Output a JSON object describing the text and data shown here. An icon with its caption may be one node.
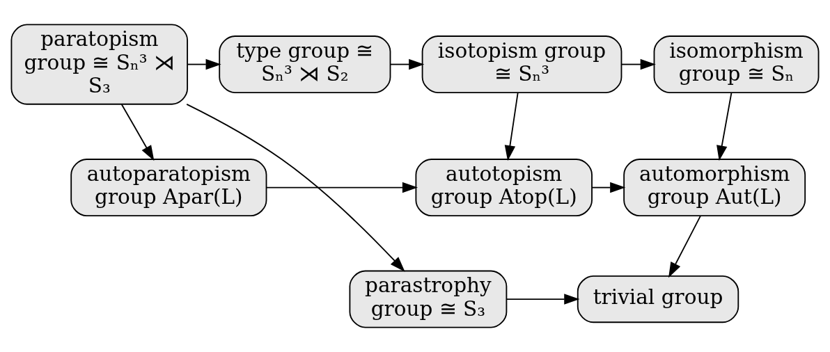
{
  "diagram": {
    "nodes": [
      {
        "text": [
          "paratopism group ≅ Sₙ³ ⋊ S₃"
        ]
      },
      {
        "text": [
          "type group ≅ Sₙ³ ⋊ S₂"
        ]
      },
      {
        "text": [
          "isotopism group ≅ Sₙ³"
        ]
      },
      {
        "text": [
          "isomorphism group ≅ Sₙ"
        ]
      },
      {
        "text": [
          "autoparatopism group Apar(L)"
        ]
      },
      {
        "text": [
          "autotopism group Atop(L)"
        ]
      },
      {
        "text": [
          "automorphism group Aut(L)"
        ]
      },
      {
        "text": [
          "parastrophy group ≅ S₃"
        ]
      },
      {
        "text": [
          "trivial group"
        ]
      }
    ],
    "edges": [
      {
        "from": 0,
        "to": 1,
        "arrow": "to"
      },
      {
        "from": 1,
        "to": 2,
        "arrow": "to"
      },
      {
        "from": 2,
        "to": 3,
        "arrow": "to"
      },
      {
        "from": 0,
        "to": 4,
        "arrow": "to"
      },
      {
        "from": 2,
        "to": 5,
        "arrow": "to"
      },
      {
        "from": 3,
        "to": 6,
        "arrow": "to"
      },
      {
        "from": 4,
        "to": 5,
        "arrow": "to"
      },
      {
        "from": 5,
        "to": 6,
        "arrow": "to"
      },
      {
        "from": 6,
        "to": 8,
        "arrow": "to"
      },
      {
        "from": 0,
        "to": 7,
        "arrow": "to"
      },
      {
        "from": 7,
        "to": 8,
        "arrow": "to"
      }
    ]
  }
}
